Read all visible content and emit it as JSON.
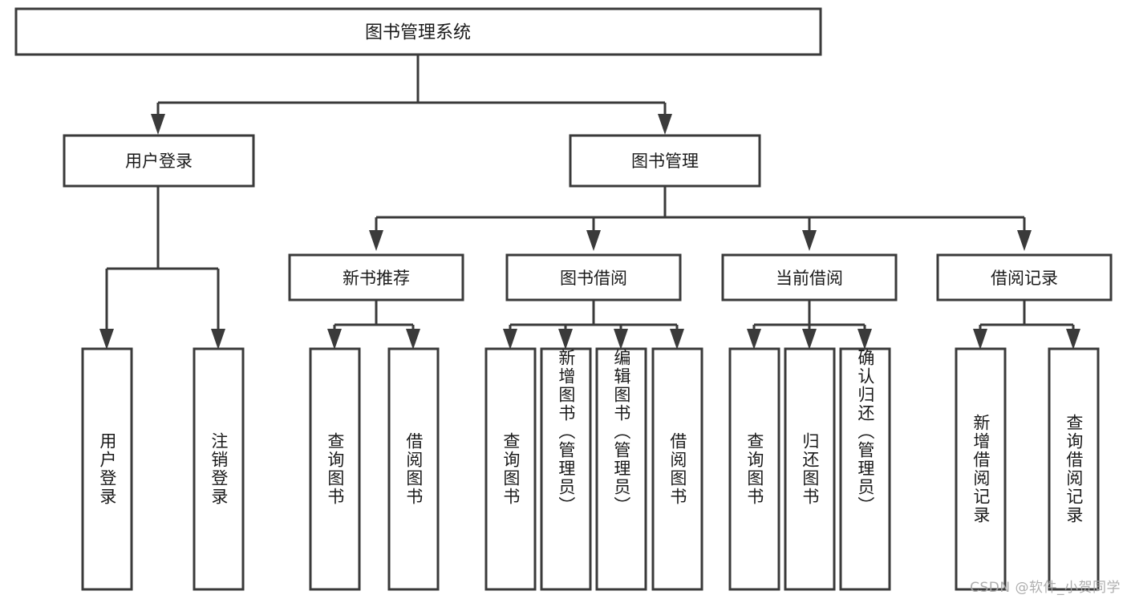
{
  "diagram": {
    "type": "tree",
    "orientation": "top-down",
    "root": {
      "id": "root",
      "label": "图书管理系统"
    },
    "level1": [
      {
        "id": "user-login",
        "label": "用户登录"
      },
      {
        "id": "book-manage",
        "label": "图书管理"
      }
    ],
    "level2": [
      {
        "id": "new-book-rec",
        "label": "新书推荐",
        "parent": "book-manage"
      },
      {
        "id": "book-borrow",
        "label": "图书借阅",
        "parent": "book-manage"
      },
      {
        "id": "current-borrow",
        "label": "当前借阅",
        "parent": "book-manage"
      },
      {
        "id": "borrow-record",
        "label": "借阅记录",
        "parent": "book-manage"
      }
    ],
    "leaves": [
      {
        "id": "leaf-user-login",
        "label": "用户登录",
        "parent": "user-login"
      },
      {
        "id": "leaf-user-logout",
        "label": "注销登录",
        "parent": "user-login"
      },
      {
        "id": "leaf-query-book-1",
        "label": "查询图书",
        "parent": "new-book-rec"
      },
      {
        "id": "leaf-borrow-book-1",
        "label": "借阅图书",
        "parent": "new-book-rec"
      },
      {
        "id": "leaf-query-book-2",
        "label": "查询图书",
        "parent": "book-borrow"
      },
      {
        "id": "leaf-add-book",
        "label": "新增图书（管理员）",
        "parent": "book-borrow"
      },
      {
        "id": "leaf-edit-book",
        "label": "编辑图书（管理员）",
        "parent": "book-borrow"
      },
      {
        "id": "leaf-borrow-book-2",
        "label": "借阅图书",
        "parent": "book-borrow"
      },
      {
        "id": "leaf-query-book-3",
        "label": "查询图书",
        "parent": "current-borrow"
      },
      {
        "id": "leaf-return-book",
        "label": "归还图书",
        "parent": "current-borrow"
      },
      {
        "id": "leaf-confirm-return",
        "label": "确认归还（管理员）",
        "parent": "current-borrow"
      },
      {
        "id": "leaf-add-record",
        "label": "新增借阅记录",
        "parent": "borrow-record"
      },
      {
        "id": "leaf-query-record",
        "label": "查询借阅记录",
        "parent": "borrow-record"
      }
    ],
    "colors": {
      "stroke": "#3a3a3a",
      "fill": "#ffffff",
      "text": "#1a1a1a",
      "background": "#ffffff",
      "watermark": "#a8a8a8"
    }
  },
  "watermark": {
    "text": "CSDN @软件_小贺同学"
  }
}
